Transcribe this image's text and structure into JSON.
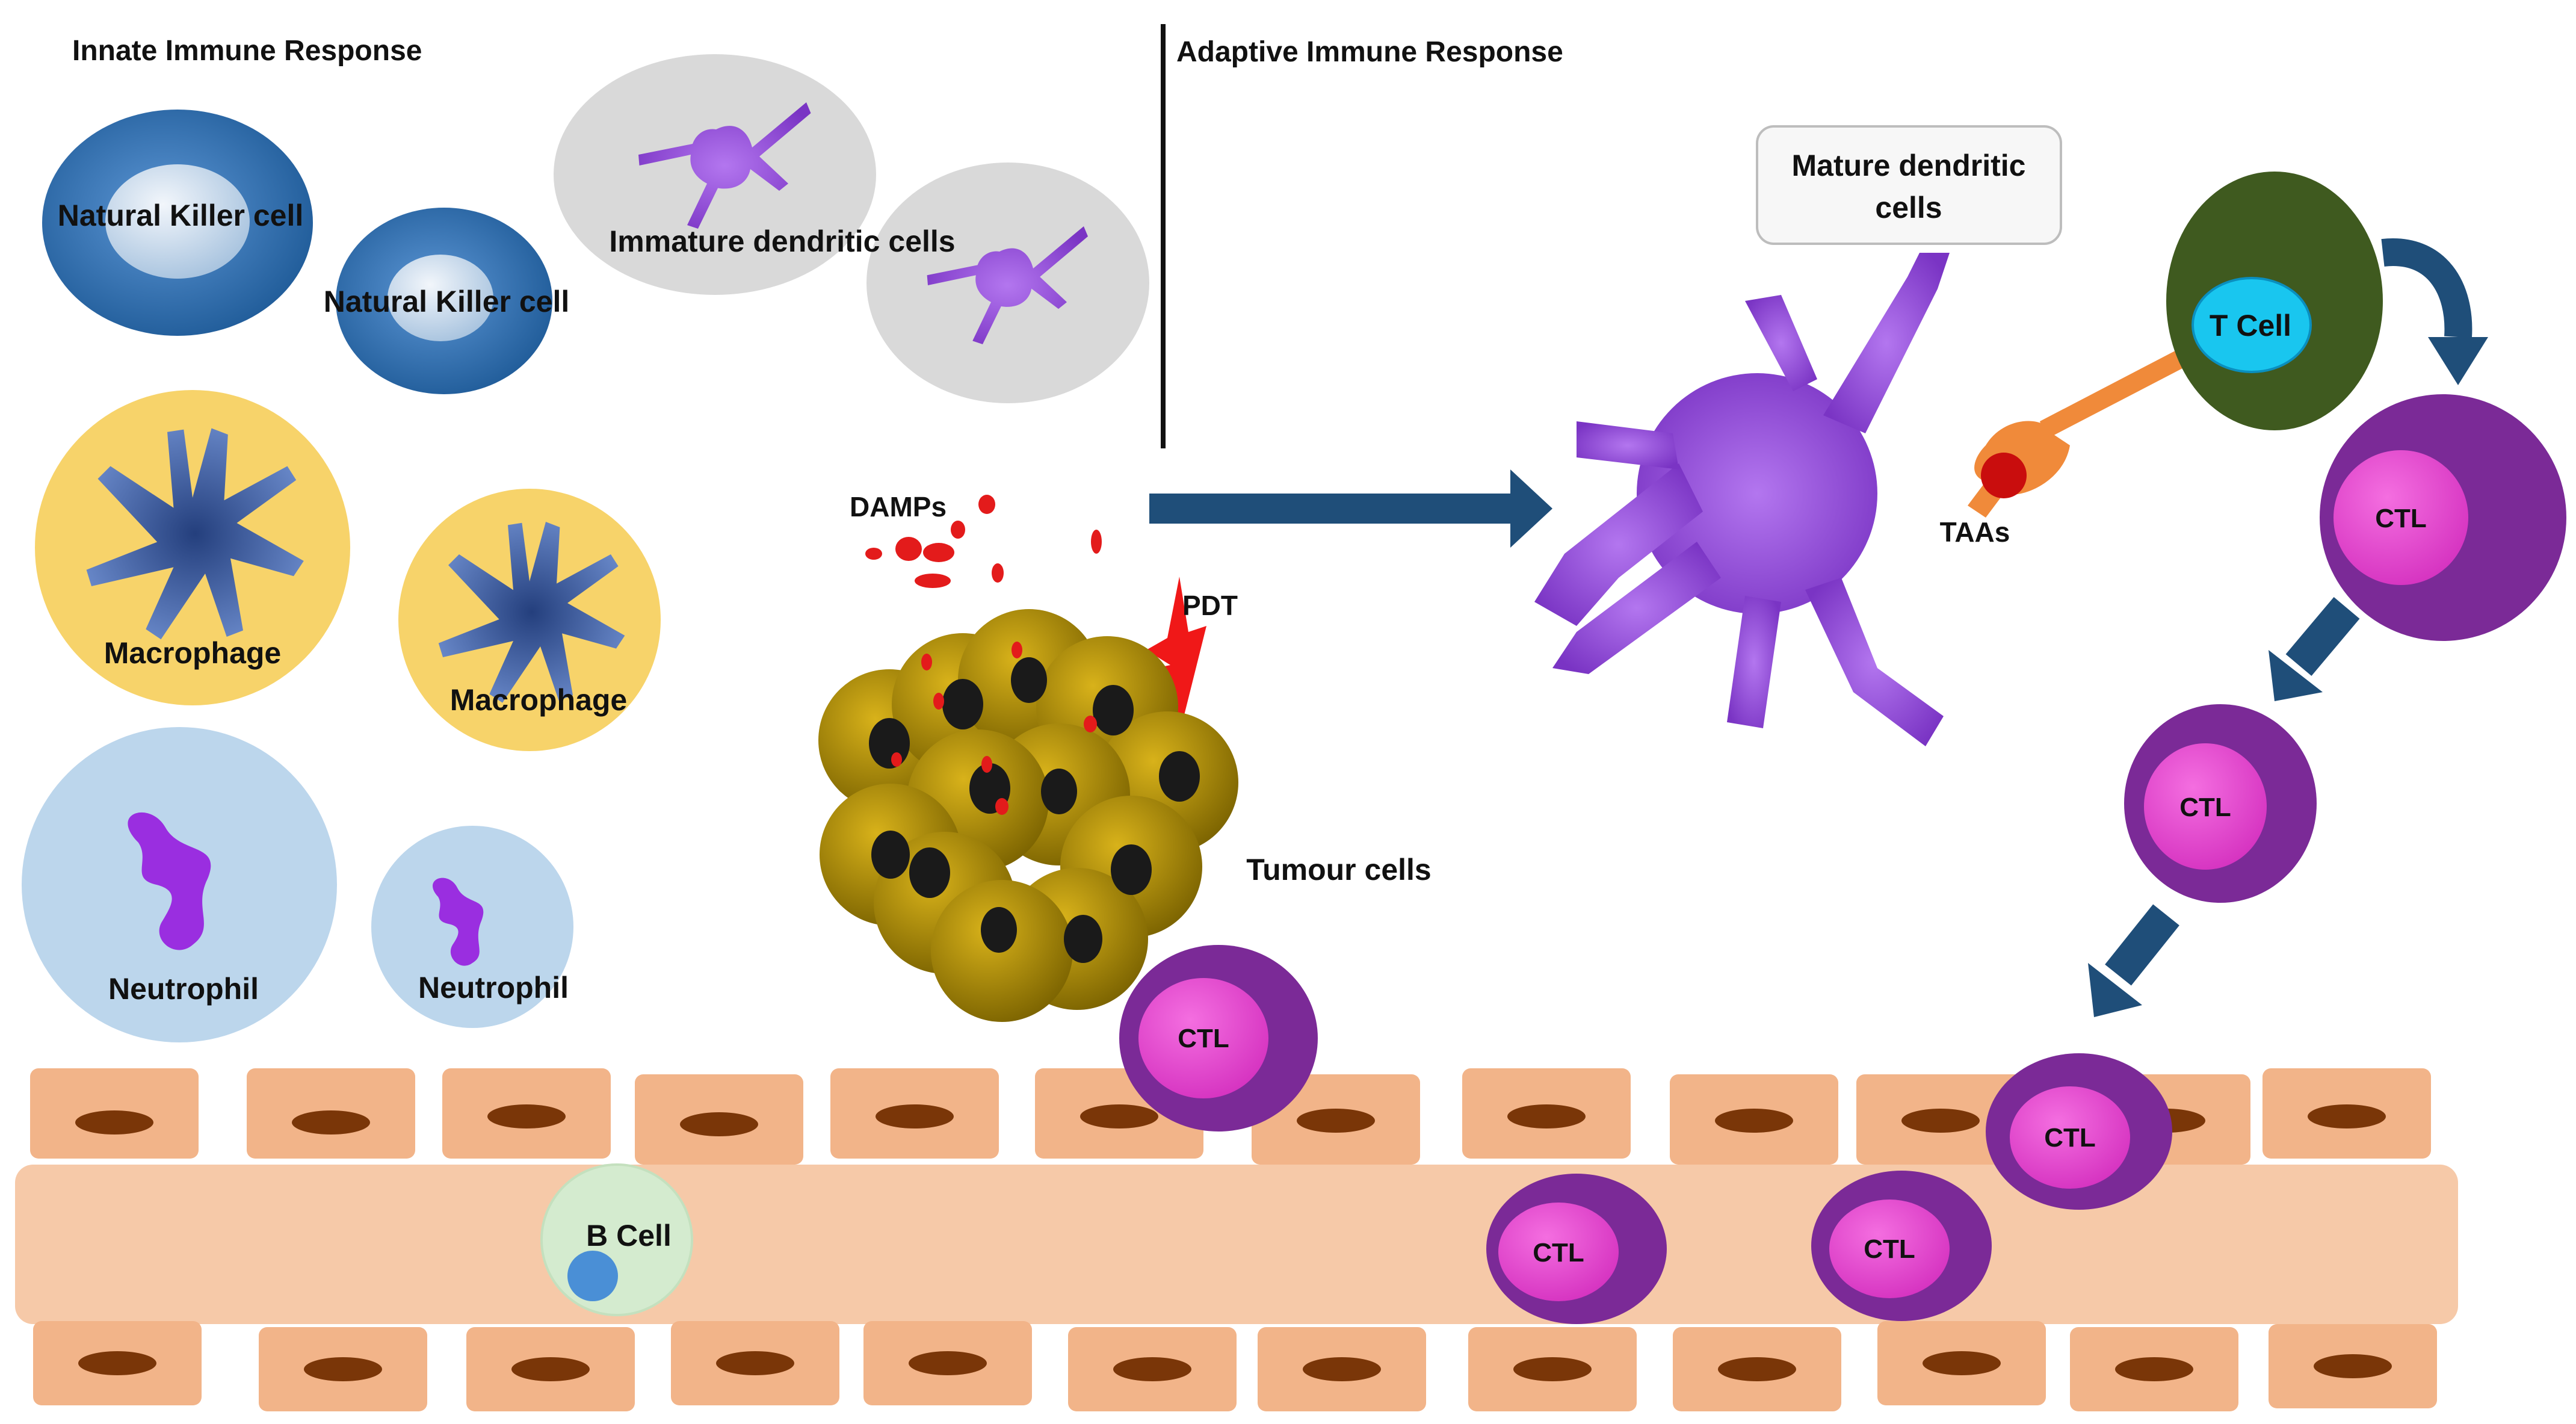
{
  "headings": {
    "innate": "Innate Immune Response",
    "adaptive": "Adaptive  Immune Response"
  },
  "innate_cells": {
    "nk_1": "Natural Killer cell",
    "nk_2": "Natural Killer cell",
    "immature_dc": "Immature dendritic cells",
    "macrophage_1": "Macrophage",
    "macrophage_2": "Macrophage",
    "neutrophil_1": "Neutrophil",
    "neutrophil_2": "Neutrophil"
  },
  "center": {
    "damps": "DAMPs",
    "pdt": "PDT",
    "tumour": "Tumour cells"
  },
  "adaptive": {
    "mature_dc_line1": "Mature dendritic",
    "mature_dc_line2": "cells",
    "t_cell": "T Cell",
    "taas": "TAAs"
  },
  "vessel": {
    "b_cell": "B Cell"
  },
  "ctl_label": "CTL",
  "colors": {
    "nk_blue": "#2d6db0",
    "macrophage_bg": "#f7d36a",
    "neutrophil_bg": "#bcd6ec",
    "dendritic_purple": "#8e3fd6",
    "ctl_outer": "#7b2a97",
    "ctl_inner": "#e543cf",
    "tumour_cell": "#c9a100",
    "damp_red": "#e31b1b",
    "t_cell_outer": "#3f5a1f",
    "t_cell_inner": "#19c6ef",
    "endothelial": "#f2b489",
    "vessel": "#f6c9a8",
    "arrow_blue": "#1f4e79",
    "taa_arm": "#f08a3a"
  },
  "icons": [
    "dendritic-cell-icon",
    "macrophage-icon",
    "neutrophil-nucleus-icon",
    "lightning-bolt-icon",
    "receptor-icon"
  ]
}
